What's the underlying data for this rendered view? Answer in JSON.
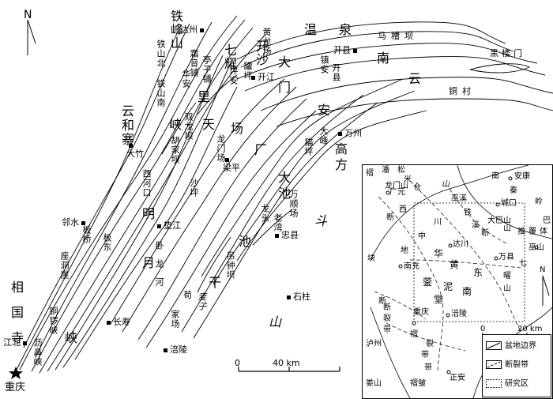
{
  "main_map": {
    "north_label": "N",
    "scale": {
      "start": "0",
      "end": "40 km"
    },
    "regions": [
      {
        "id": "tiefengshan",
        "text": "铁峰山"
      },
      {
        "id": "wenquan",
        "text": "温泉"
      },
      {
        "id": "qiyao",
        "text": "七耀"
      },
      {
        "id": "kaisha",
        "text": "开沙"
      },
      {
        "id": "damen",
        "text": "大门"
      },
      {
        "id": "nanmen",
        "text": "南"
      },
      {
        "id": "yun",
        "text": "云"
      },
      {
        "id": "an",
        "text": "安"
      },
      {
        "id": "yunhe",
        "text": "云和寨"
      },
      {
        "id": "tianshan",
        "text": "天"
      },
      {
        "id": "changchang",
        "text": "场"
      },
      {
        "id": "guang",
        "text": "厂"
      },
      {
        "id": "dachi",
        "text": "大池"
      },
      {
        "id": "gaofang",
        "text": "高方"
      },
      {
        "id": "mingyue",
        "text": "明月"
      },
      {
        "id": "chi",
        "text": "池"
      },
      {
        "id": "gan",
        "text": "干"
      },
      {
        "id": "dou",
        "text": "斗"
      },
      {
        "id": "shan",
        "text": "山"
      },
      {
        "id": "xiangguosi",
        "text": "相国寺"
      },
      {
        "id": "xia",
        "text": "峡"
      },
      {
        "id": "li",
        "text": "里"
      },
      {
        "id": "xiashan",
        "text": "峡"
      }
    ],
    "small_labels": [
      "铁山北",
      "霜音铺",
      "亭子铺",
      "双龙坝",
      "胡家坝",
      "龙门场",
      "坪安",
      "西河口",
      "沙坪",
      "板桥",
      "板东",
      "卧龙河",
      "座洞崖",
      "铜锣峡",
      "沥鼻峡",
      "麦子",
      "家场",
      "苟",
      "黄龙场",
      "罐坪",
      "马槽坝",
      "黑楼门",
      "铜村",
      "猫坪",
      "大峰",
      "万顺场",
      "龙头",
      "老湾",
      "吊钟坝",
      "镇安",
      "开县",
      "铁山南",
      "华安"
    ],
    "cities": [
      {
        "id": "dazhou",
        "text": "达州"
      },
      {
        "id": "dazhu",
        "text": "大竹"
      },
      {
        "id": "kaijiang",
        "text": "开江"
      },
      {
        "id": "kaixian",
        "text": "开县"
      },
      {
        "id": "wanzhou",
        "text": "万州"
      },
      {
        "id": "liangping",
        "text": "梁平"
      },
      {
        "id": "linshui",
        "text": "邻水"
      },
      {
        "id": "dianjiang",
        "text": "垫江"
      },
      {
        "id": "zhongxian",
        "text": "忠县"
      },
      {
        "id": "shizhu",
        "text": "石柱"
      },
      {
        "id": "changshou",
        "text": "长寿"
      },
      {
        "id": "fuling",
        "text": "涪陵"
      },
      {
        "id": "jiangbei",
        "text": "江北"
      },
      {
        "id": "chongqing",
        "text": "重庆"
      }
    ]
  },
  "inset_map": {
    "north_label": "N",
    "scale": {
      "start": "0",
      "end": "20 km"
    },
    "labels": [
      "褶",
      "潘",
      "松",
      "米",
      "仓",
      "山",
      "南",
      "秦",
      "岭",
      "广元",
      "安康",
      "龙门山",
      "巫溪",
      "城口",
      "大巴山",
      "巴",
      "断",
      "西",
      "川",
      "铁",
      "溪",
      "断",
      "山",
      "推",
      "覆",
      "体",
      "地",
      "中",
      "南充",
      "达川",
      "万县",
      "巫山",
      "七",
      "华",
      "黄",
      "东",
      "蓥",
      "泥",
      "曜",
      "山",
      "堂",
      "南",
      "褶",
      "断",
      "重庆",
      "涪陵",
      "泸州",
      "裂",
      "褶",
      "带",
      "正安",
      "娄山",
      "褶皱",
      "带",
      "块",
      "断",
      "裂",
      "带"
    ]
  },
  "legend": {
    "items": [
      {
        "label": "盆地边界",
        "style": "solid"
      },
      {
        "label": "断裂带",
        "style": "dashed"
      },
      {
        "label": "研究区",
        "style": "dotted-box"
      }
    ]
  }
}
